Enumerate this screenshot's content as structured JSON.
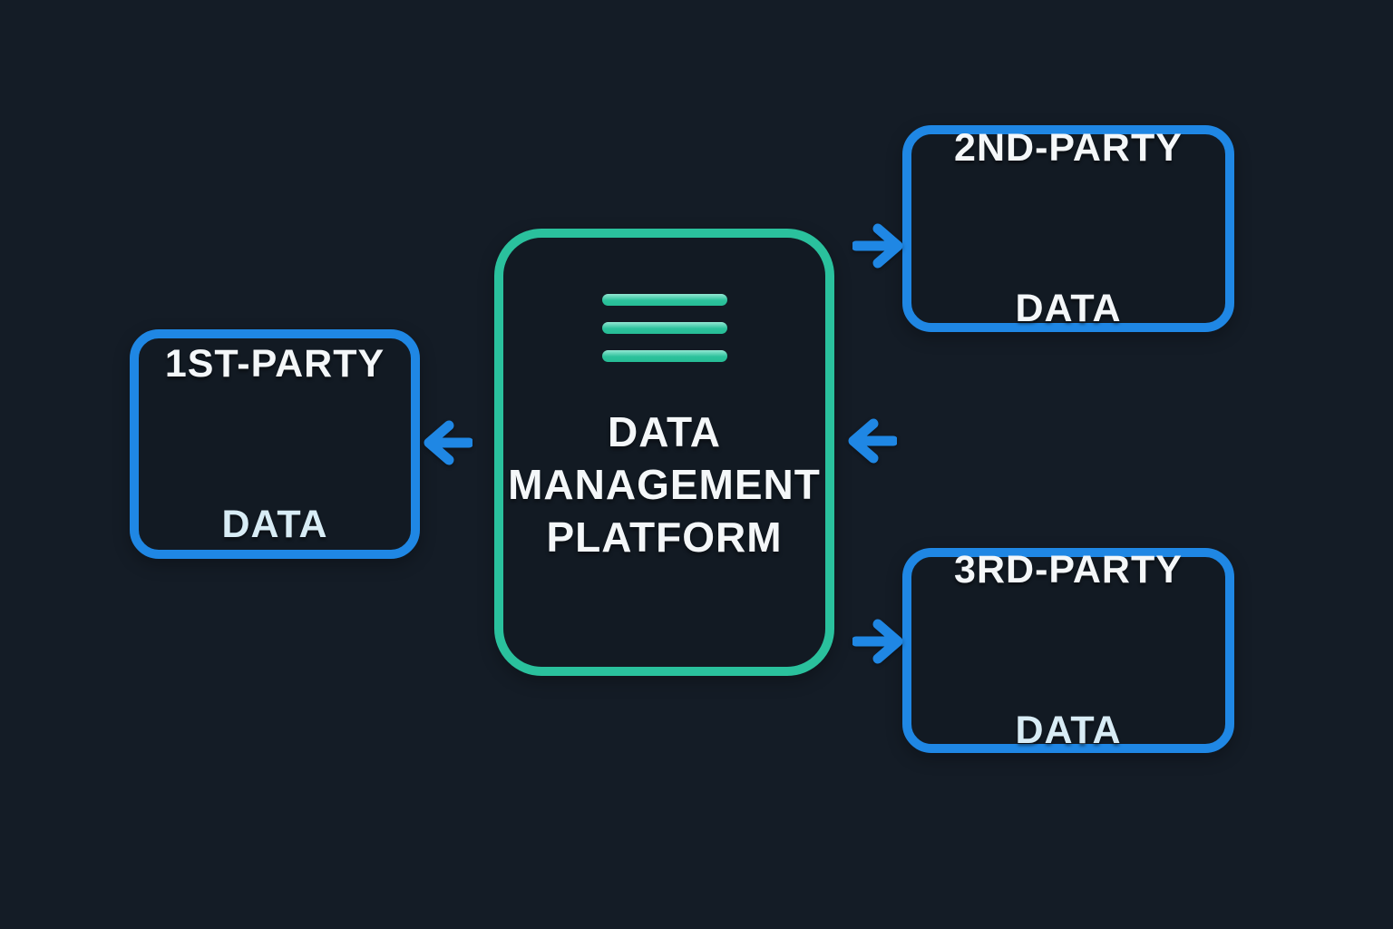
{
  "colors": {
    "background": "#141c26",
    "box_fill": "#121a23",
    "blue": "#1f87e4",
    "green": "#2ac19d",
    "text_white": "#f4f7f9",
    "text_ice": "#d8ecf5"
  },
  "center_node": {
    "icon": "menu-lines-icon",
    "line1": "DATA",
    "line2": "MANAGEMENT",
    "line3": "PLATFORM"
  },
  "nodes": [
    {
      "id": "first-party",
      "position": "left",
      "line1": "1ST-PARTY",
      "line2": "DATA"
    },
    {
      "id": "second-party",
      "position": "top-right",
      "line1": "2ND-PARTY",
      "line2": "DATA"
    },
    {
      "id": "third-party",
      "position": "bottom-right",
      "line1": "3RD-PARTY",
      "line2": "DATA"
    }
  ],
  "arrows": [
    {
      "id": "platform-to-first-party",
      "direction": "left"
    },
    {
      "id": "platform-to-second-party",
      "direction": "right"
    },
    {
      "id": "inbound-to-platform",
      "direction": "left"
    },
    {
      "id": "platform-to-third-party",
      "direction": "right"
    }
  ]
}
